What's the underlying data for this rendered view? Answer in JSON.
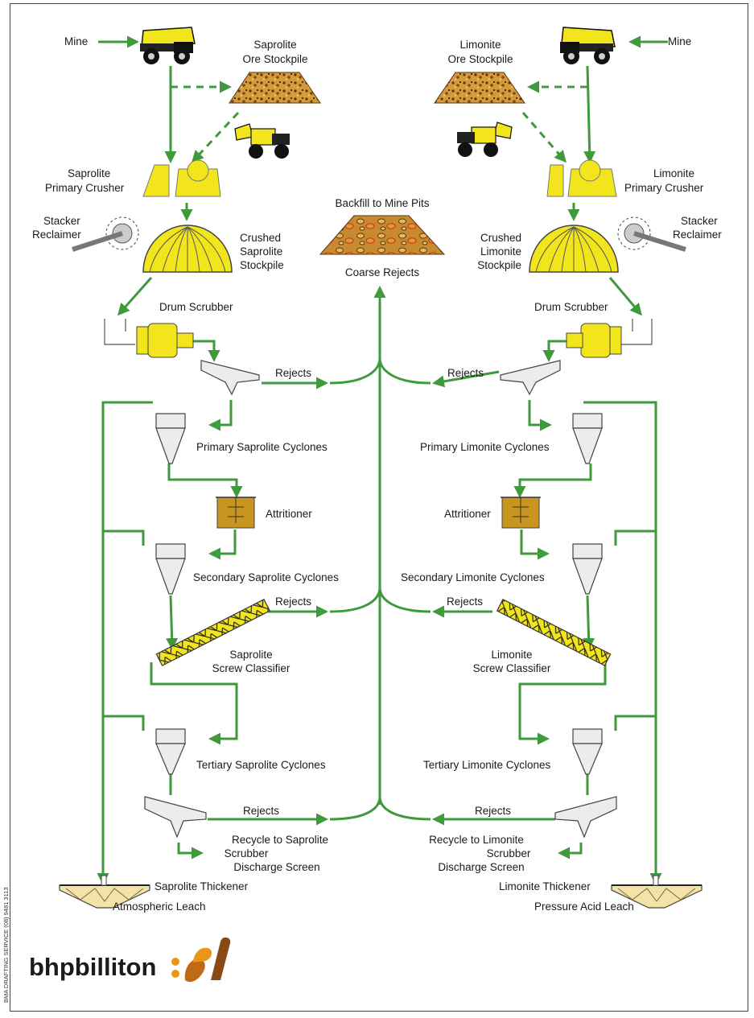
{
  "labels": {
    "mine_left": "Mine",
    "mine_right": "Mine",
    "saprolite_ore_stockpile": [
      "Saprolite",
      "Ore Stockpile"
    ],
    "limonite_ore_stockpile": [
      "Limonite",
      "Ore Stockpile"
    ],
    "saprolite_primary_crusher": [
      "Saprolite",
      "Primary Crusher"
    ],
    "limonite_primary_crusher": [
      "Limonite",
      "Primary Crusher"
    ],
    "backfill": "Backfill to Mine Pits",
    "coarse_rejects": "Coarse Rejects",
    "stacker_left": [
      "Stacker",
      "Reclaimer"
    ],
    "stacker_right": [
      "Stacker",
      "Reclaimer"
    ],
    "crushed_saprolite": [
      "Crushed",
      "Saprolite",
      "Stockpile"
    ],
    "crushed_limonite": [
      "Crushed",
      "Limonite",
      "Stockpile"
    ],
    "drum_scrubber_left": "Drum Scrubber",
    "drum_scrubber_right": "Drum Scrubber",
    "rejects_1_left": "Rejects",
    "rejects_1_right": "Rejects",
    "primary_saprolite_cyclones": "Primary Saprolite Cyclones",
    "primary_limonite_cyclones": "Primary Limonite Cyclones",
    "attritioner_left": "Attritioner",
    "attritioner_right": "Attritioner",
    "secondary_saprolite_cyclones": "Secondary Saprolite Cyclones",
    "secondary_limonite_cyclones": "Secondary Limonite Cyclones",
    "rejects_2_left": "Rejects",
    "rejects_2_right": "Rejects",
    "saprolite_screw_classifier": [
      "Saprolite",
      "Screw Classifier"
    ],
    "limonite_screw_classifier": [
      "Limonite",
      "Screw Classifier"
    ],
    "tertiary_saprolite_cyclones": "Tertiary Saprolite Cyclones",
    "tertiary_limonite_cyclones": "Tertiary Limonite Cyclones",
    "rejects_3_left": "Rejects",
    "rejects_3_right": "Rejects",
    "recycle_saprolite": [
      "Recycle to  Saprolite",
      "Scrubber",
      "Discharge Screen"
    ],
    "recycle_limonite": [
      "Recycle to Limonite",
      "Scrubber",
      "Discharge Screen"
    ],
    "saprolite_thickener": "Saprolite Thickener",
    "limonite_thickener": "Limonite Thickener",
    "atmospheric_leach": "Atmospheric Leach",
    "pressure_acid_leach": "Pressure Acid Leach",
    "side_note": "BMA DRAFTING SERVICE (08) 9481 3113",
    "brand": "bhpbilliton"
  },
  "colors": {
    "flow_green": "#3f9a3c",
    "equipment_yellow": "#f2e51b",
    "ore_brown": "#c98a2a",
    "thickener_cream": "#f4e3a8",
    "attritioner_brown": "#c8951f",
    "logo_orange": "#e8951a",
    "logo_brown": "#8a4a16"
  }
}
